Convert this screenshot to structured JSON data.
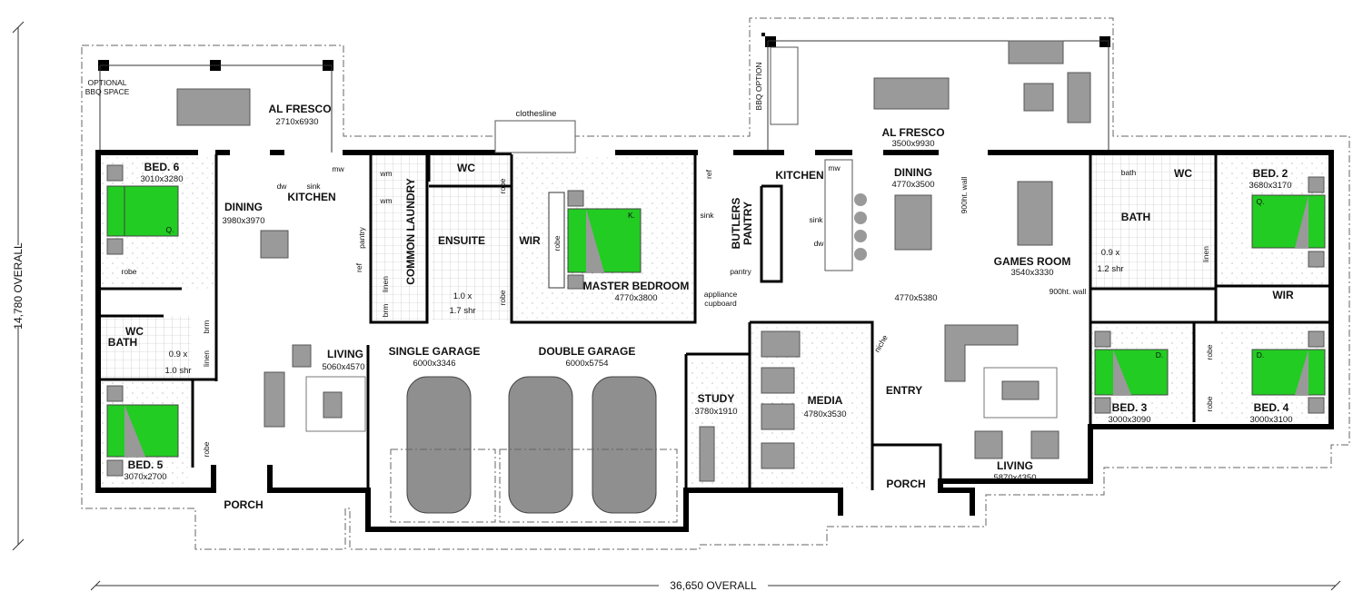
{
  "overall": {
    "height": "14,780 OVERALL",
    "width": "36,650 OVERALL"
  },
  "colors": {
    "bed": "#22cc22",
    "furniture": "#9a9a9a",
    "wall": "#000000"
  },
  "rooms": {
    "bbq_space": [
      "OPTIONAL",
      "BBQ SPACE"
    ],
    "alfresco_left": {
      "name": "AL FRESCO",
      "size": "2710x6930"
    },
    "clothesline": "clothesline",
    "bbq_option": "BBQ OPTION",
    "alfresco_right": {
      "name": "AL FRESCO",
      "size": "3500x9930"
    },
    "bed6": {
      "name": "BED. 6",
      "size": "3010x3280",
      "bed": "Q."
    },
    "dining_left": {
      "name": "DINING",
      "size": "3980x3970"
    },
    "kitchen_left": {
      "name": "KITCHEN",
      "dw": "dw",
      "sink": "sink",
      "mw": "mw",
      "pantry": "pantry",
      "ref": "ref"
    },
    "laundry": {
      "name": "COMMON LAUNDRY",
      "wm1": "wm",
      "wm2": "wm",
      "linen": "linen",
      "brm": "brm"
    },
    "wc_ensuite": "WC",
    "ensuite": {
      "name": "ENSUITE",
      "shower": [
        "1.0 x",
        "1.7 shr"
      ]
    },
    "wir_master": "WIR",
    "robe": "robe",
    "master": {
      "name": "MASTER BEDROOM",
      "size": "4770x3800",
      "bed": "K."
    },
    "kitchen_main": {
      "name": "KITCHEN",
      "mw": "mw",
      "sink": "sink",
      "dw": "dw"
    },
    "butlers": {
      "name": [
        "BUTLERS",
        "PANTRY"
      ],
      "ref": "ref",
      "sink": "sink",
      "pantry": "pantry",
      "appliance": [
        "appliance",
        "cupboard"
      ]
    },
    "dining_main": {
      "name": "DINING",
      "size": "4770x3500"
    },
    "wall_900_a": "900ht. wall",
    "wall_900_b": "900ht. wall",
    "games": {
      "name": "GAMES ROOM",
      "size": "3540x3330"
    },
    "family_size": "4770x5380",
    "bath_right": {
      "name": "BATH",
      "bath": "bath",
      "shower": [
        "0.9 x",
        "1.2 shr"
      ],
      "linen": "linen"
    },
    "wc_right": "WC",
    "bed2": {
      "name": "BED. 2",
      "size": "3680x3170",
      "bed": "Q."
    },
    "wir_right": "WIR",
    "wc_left": "WC",
    "bath_left": {
      "name": "BATH",
      "shower": [
        "0.9 x",
        "1.0 shr"
      ],
      "brm": "brm",
      "linen": "linen"
    },
    "living_left": {
      "name": "LIVING",
      "size": "5060x4570"
    },
    "single_garage": {
      "name": "SINGLE GARAGE",
      "size": "6000x3346"
    },
    "double_garage": {
      "name": "DOUBLE GARAGE",
      "size": "6000x5754"
    },
    "study": {
      "name": "STUDY",
      "size": "3780x1910"
    },
    "media": {
      "name": "MEDIA",
      "size": "4780x3530"
    },
    "entry": {
      "name": "ENTRY",
      "niche": "niche"
    },
    "bed5": {
      "name": "BED. 5",
      "size": "3070x2700"
    },
    "porch_left": "PORCH",
    "porch_main": "PORCH",
    "living_main": {
      "name": "LIVING",
      "size": "5870x4350"
    },
    "bed3": {
      "name": "BED. 3",
      "size": "3000x3090",
      "bed": "D."
    },
    "bed4": {
      "name": "BED. 4",
      "size": "3000x3100",
      "bed": "D."
    }
  }
}
